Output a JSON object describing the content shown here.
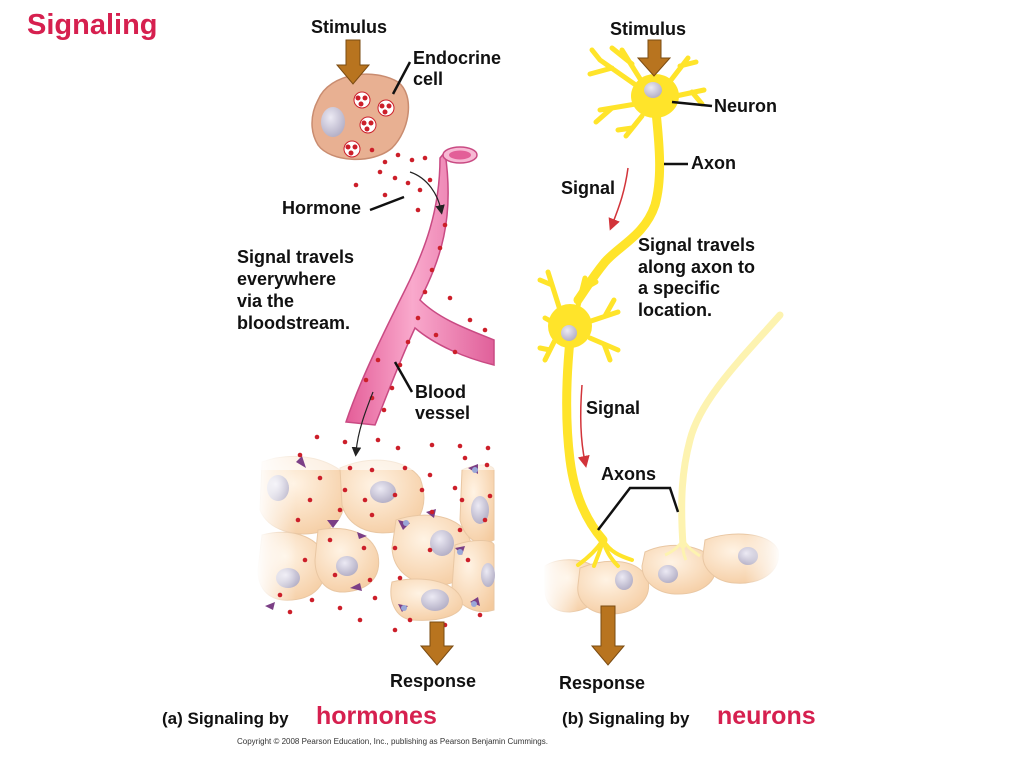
{
  "title": "Signaling",
  "panel_a": {
    "stimulus": "Stimulus",
    "endocrine_cell": [
      "Endocrine",
      "cell"
    ],
    "hormone": "Hormone",
    "signal_travels": [
      "Signal travels",
      "everywhere",
      "via the",
      "bloodstream."
    ],
    "blood_vessel": [
      "Blood",
      "vessel"
    ],
    "response": "Response",
    "caption_prefix": "(a) Signaling by",
    "caption_keyword": "hormones"
  },
  "panel_b": {
    "stimulus": "Stimulus",
    "neuron": "Neuron",
    "axon": "Axon",
    "signal_top": "Signal",
    "signal_travels": [
      "Signal travels",
      "along axon to",
      "a specific",
      "location."
    ],
    "signal_bottom": "Signal",
    "axons": "Axons",
    "response": "Response",
    "caption_prefix": "(b) Signaling by",
    "caption_keyword": "neurons"
  },
  "copyright": "Copyright © 2008 Pearson Education, Inc., publishing as Pearson Benjamin Cummings.",
  "colors": {
    "keyword": "#d6204f",
    "arrow": "#b8741f",
    "vessel": "#ef7fb0",
    "neuron": "#ffe42a",
    "hormone_dot": "#cc1f2a",
    "target_cell": "#fde3c6",
    "receptor": "#7b3f86"
  }
}
